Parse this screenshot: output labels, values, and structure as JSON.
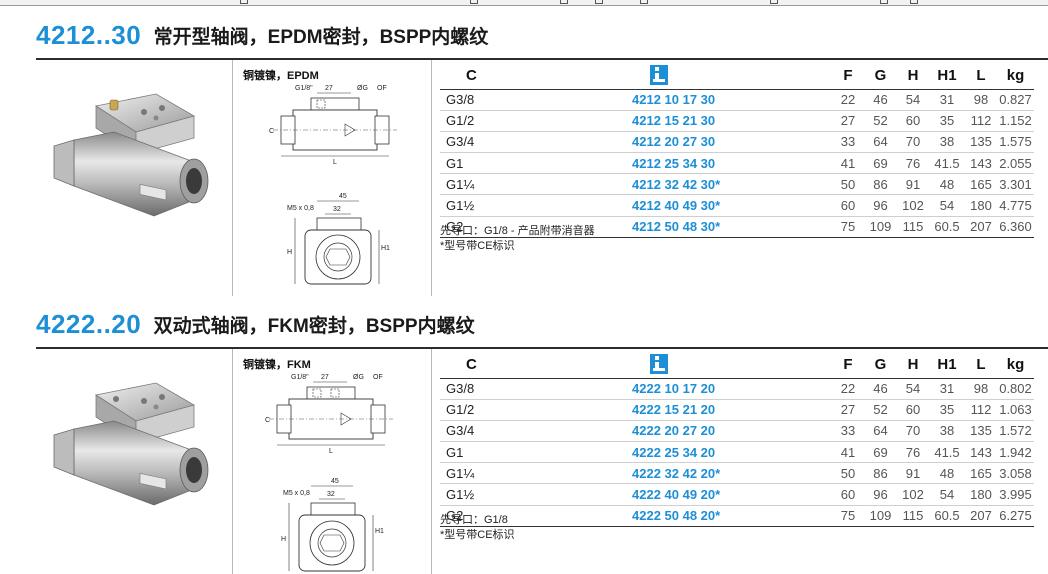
{
  "sections": [
    {
      "code": "4212..30",
      "title": "常开型轴阀，EPDM密封，BSPP内螺纹",
      "material": "铜镀镍，EPDM",
      "headers": {
        "c": "C",
        "f": "F",
        "g": "G",
        "h": "H",
        "h1": "H1",
        "l": "L",
        "kg": "kg"
      },
      "rows": [
        {
          "c": "G3/8",
          "code": "4212 10 17 30",
          "f": "22",
          "g": "46",
          "h": "54",
          "h1": "31",
          "l": "98",
          "kg": "0.827"
        },
        {
          "c": "G1/2",
          "code": "4212 15 21 30",
          "f": "27",
          "g": "52",
          "h": "60",
          "h1": "35",
          "l": "112",
          "kg": "1.152"
        },
        {
          "c": "G3/4",
          "code": "4212 20 27 30",
          "f": "33",
          "g": "64",
          "h": "70",
          "h1": "38",
          "l": "135",
          "kg": "1.575"
        },
        {
          "c": "G1",
          "code": "4212 25 34 30",
          "f": "41",
          "g": "69",
          "h": "76",
          "h1": "41.5",
          "l": "143",
          "kg": "2.055"
        },
        {
          "c": "G1¼",
          "code": "4212 32 42 30*",
          "f": "50",
          "g": "86",
          "h": "91",
          "h1": "48",
          "l": "165",
          "kg": "3.301"
        },
        {
          "c": "G1½",
          "code": "4212 40 49 30*",
          "f": "60",
          "g": "96",
          "h": "102",
          "h1": "54",
          "l": "180",
          "kg": "4.775"
        },
        {
          "c": "G2",
          "code": "4212 50 48 30*",
          "f": "75",
          "g": "109",
          "h": "115",
          "h1": "60.5",
          "l": "207",
          "kg": "6.360"
        }
      ],
      "note1": "先导口：G1/8 - 产品附带消音器",
      "note2": "*型号带CE标识"
    },
    {
      "code": "4222..20",
      "title": "双动式轴阀，FKM密封，BSPP内螺纹",
      "material": "铜镀镍，FKM",
      "headers": {
        "c": "C",
        "f": "F",
        "g": "G",
        "h": "H",
        "h1": "H1",
        "l": "L",
        "kg": "kg"
      },
      "rows": [
        {
          "c": "G3/8",
          "code": "4222 10 17 20",
          "f": "22",
          "g": "46",
          "h": "54",
          "h1": "31",
          "l": "98",
          "kg": "0.802"
        },
        {
          "c": "G1/2",
          "code": "4222 15 21 20",
          "f": "27",
          "g": "52",
          "h": "60",
          "h1": "35",
          "l": "112",
          "kg": "1.063"
        },
        {
          "c": "G3/4",
          "code": "4222 20 27 20",
          "f": "33",
          "g": "64",
          "h": "70",
          "h1": "38",
          "l": "135",
          "kg": "1.572"
        },
        {
          "c": "G1",
          "code": "4222 25 34 20",
          "f": "41",
          "g": "69",
          "h": "76",
          "h1": "41.5",
          "l": "143",
          "kg": "1.942"
        },
        {
          "c": "G1¼",
          "code": "4222 32 42 20*",
          "f": "50",
          "g": "86",
          "h": "91",
          "h1": "48",
          "l": "165",
          "kg": "3.058"
        },
        {
          "c": "G1½",
          "code": "4222 40 49 20*",
          "f": "60",
          "g": "96",
          "h": "102",
          "h1": "54",
          "l": "180",
          "kg": "3.995"
        },
        {
          "c": "G2",
          "code": "4222 50 48 20*",
          "f": "75",
          "g": "109",
          "h": "115",
          "h1": "60.5",
          "l": "207",
          "kg": "6.275"
        }
      ],
      "note1": "先导口：G1/8",
      "note2": "*型号带CE标识"
    }
  ],
  "drawing": {
    "port_label": "G1/8\"",
    "dim_27": "27",
    "dim_og": "ØG",
    "dim_of": "OF",
    "dim_c": "C",
    "dim_l": "L",
    "dim_45": "45",
    "dim_32": "32",
    "dim_m5": "M5 x 0,8",
    "dim_h": "H",
    "dim_h1": "H1"
  },
  "colors": {
    "accent": "#1d8fd6",
    "rule": "#2c2c2c"
  },
  "icons": {
    "code_column": "product-code-icon"
  }
}
